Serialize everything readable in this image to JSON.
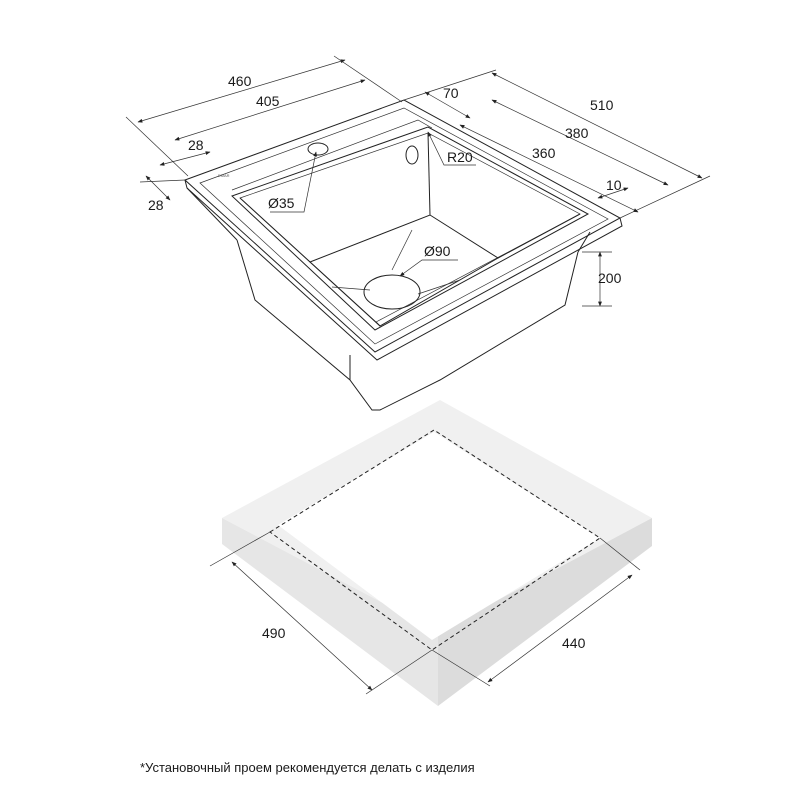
{
  "dimensions": {
    "overall_width": "460",
    "bowl_width": "405",
    "rim_left": "28",
    "rim_front": "28",
    "faucet_offset": "70",
    "overall_depth": "510",
    "bowl_depth_outer": "380",
    "bowl_depth_inner": "360",
    "rim_right": "10",
    "corner_radius": "R20",
    "faucet_hole": "Ø35",
    "drain_hole": "Ø90",
    "bowl_height": "200",
    "cutout_length": "490",
    "cutout_width": "440"
  },
  "brand_mark": "EMAR",
  "footnote": "*Установочный проем рекомендуется делать с изделия",
  "colors": {
    "line": "#222222",
    "cutout_fill": "#f0f0f0",
    "background": "#ffffff"
  }
}
